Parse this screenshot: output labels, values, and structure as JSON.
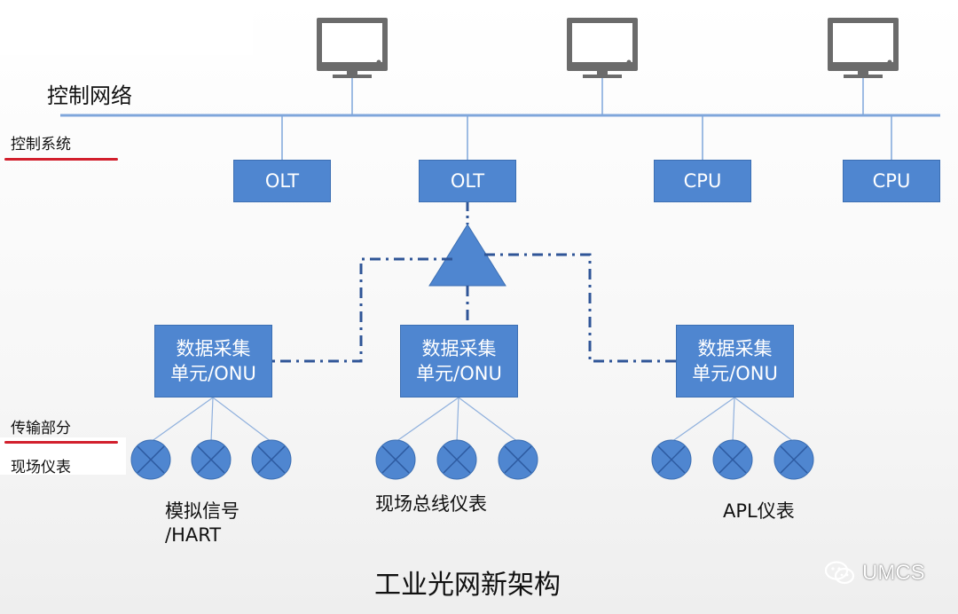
{
  "network": {
    "control_network_label": "控制网络"
  },
  "layers": {
    "control_system": "控制系统",
    "transmission": "传输部分",
    "field_instruments": "现场仪表"
  },
  "control_nodes": [
    {
      "label": "OLT"
    },
    {
      "label": "OLT"
    },
    {
      "label": "CPU"
    },
    {
      "label": "CPU"
    }
  ],
  "onus": [
    {
      "line1": "数据采集",
      "line2": "单元/ONU"
    },
    {
      "line1": "数据采集",
      "line2": "单元/ONU"
    },
    {
      "line1": "数据采集",
      "line2": "单元/ONU"
    }
  ],
  "instrument_groups": [
    {
      "line1": "模拟信号",
      "line2": "/HART"
    },
    {
      "line1": "现场总线仪表",
      "line2": ""
    },
    {
      "line1": "APL仪表",
      "line2": ""
    }
  ],
  "footer": {
    "title": "工业光网新架构"
  },
  "watermark": {
    "brand": "UMCS"
  },
  "colors": {
    "node_fill": "#4f86d0",
    "bus_line": "#7fa6db",
    "dash_line": "#2f5597",
    "monitor": "#666666",
    "accent_red": "#d21f2c"
  }
}
